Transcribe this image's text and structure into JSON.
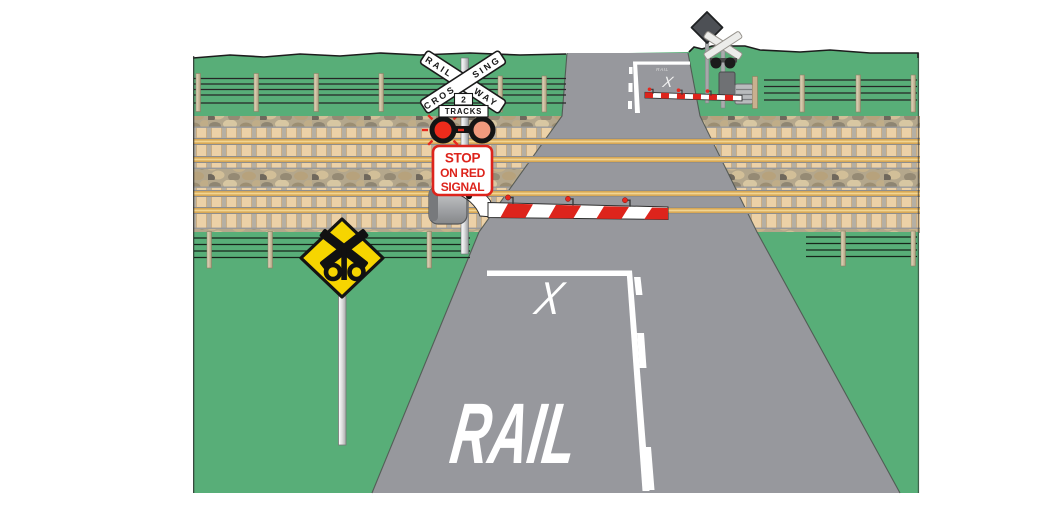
{
  "signs": {
    "crossbuck": {
      "rail": "RAIL",
      "way": "WAY",
      "cros": "CROS",
      "sing": "SING"
    },
    "tracks_plate": {
      "count": "2",
      "label": "TRACKS"
    },
    "stop_plate": {
      "line1": "STOP",
      "line2": "ON RED",
      "line3": "SIGNAL"
    }
  },
  "road_markings": {
    "near": {
      "x_mark": "X",
      "rail_text": "RAIL"
    },
    "far": {
      "x_mark": "X",
      "rail_text": "RAIL"
    }
  },
  "colors": {
    "grass": "#58ae78",
    "road": "#97989d",
    "ballast": "#b4a78c",
    "sleeper": "#ecd1a7",
    "rail_gold": "#d8a855",
    "stripe_red": "#dd241c",
    "signal_red_on": "#ee2b1b",
    "signal_red_off": "#f09a7e",
    "sign_yellow": "#f6d500",
    "marking_white": "#ffffff"
  }
}
